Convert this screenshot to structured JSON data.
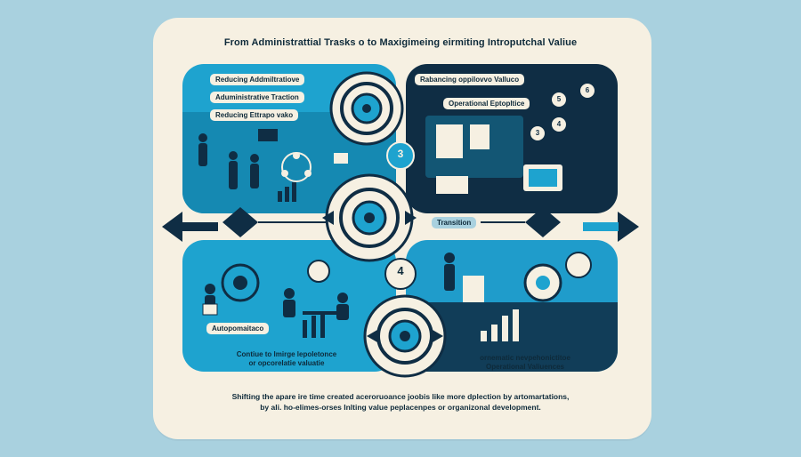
{
  "title": "From Administrattial Trasks o to Maxigimeing eirmiting Introputchal Valiue",
  "top_left": {
    "labels": [
      "Reducing Addmiltratiove",
      "Aduministrative Traction",
      "Reducing Ettrapo vako"
    ]
  },
  "top_right": {
    "labels": [
      "Rabancing oppilovvo Valluco",
      "Operational Eptopltice"
    ],
    "numbers": [
      "6",
      "5",
      "4",
      "3"
    ]
  },
  "center": {
    "number_top": "3",
    "number_bottom": "4",
    "transition_label": "Transition"
  },
  "bottom_left": {
    "label": "Autopomaitaco",
    "caption_line1": "Contiue to lmirge lepoletonce",
    "caption_line2": "or opcorelatie valuatie"
  },
  "bottom_right": {
    "caption_line1": "ornematic nevpehonictitoe",
    "caption_line2": "Operational Valiuences"
  },
  "footer": {
    "line1": "Shifting the apare ire time created aceroruoance joobis like more dplection by artomartations,",
    "line2": "by ali. ho-elimes-orses Inlting value peplacenpes or organizonal development."
  },
  "colors": {
    "background": "#a9d1df",
    "card": "#f6f0e2",
    "accent_blue": "#1ea3cf",
    "dark_navy": "#0f2d44"
  }
}
